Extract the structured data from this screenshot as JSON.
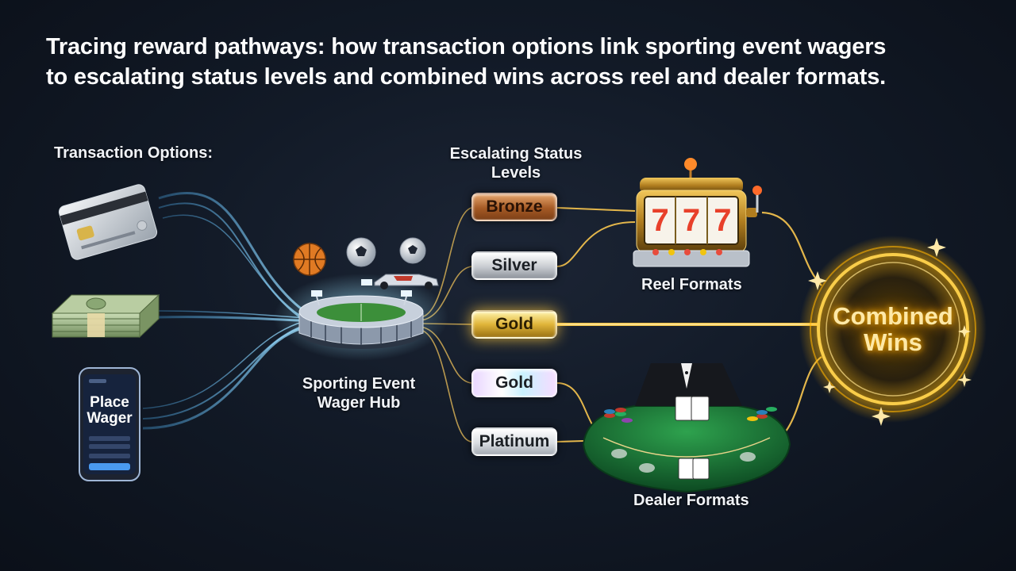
{
  "title": {
    "line1": "Tracing reward pathways: how transaction options link sporting event wagers",
    "line2": "to escalating status levels  and combined wins across reel and dealer formats."
  },
  "transaction_options": {
    "label": "Transaction Options:",
    "items": [
      "credit-card",
      "cash-stack",
      "mobile-phone"
    ],
    "phone_text": "Place Wager"
  },
  "hub": {
    "label_line1": "Sporting Event",
    "label_line2": "Wager Hub"
  },
  "status": {
    "label_line1": "Escalating Status",
    "label_line2": "Levels",
    "levels": [
      "Bronze",
      "Silver",
      "Gold",
      "Gold",
      "Platinum"
    ]
  },
  "reel": {
    "label": "Reel Formats",
    "symbols": [
      "7",
      "7",
      "7"
    ]
  },
  "dealer": {
    "label": "Dealer Formats"
  },
  "combined": {
    "line1": "Combined",
    "line2": "Wins"
  },
  "colors": {
    "background": "#121a27",
    "flow_blue": "#6fd3ff",
    "connector": "#c9a552",
    "gold_glow": "#ffc53d",
    "bronze": "#a55a25",
    "felt_green": "#1f7a3a"
  }
}
